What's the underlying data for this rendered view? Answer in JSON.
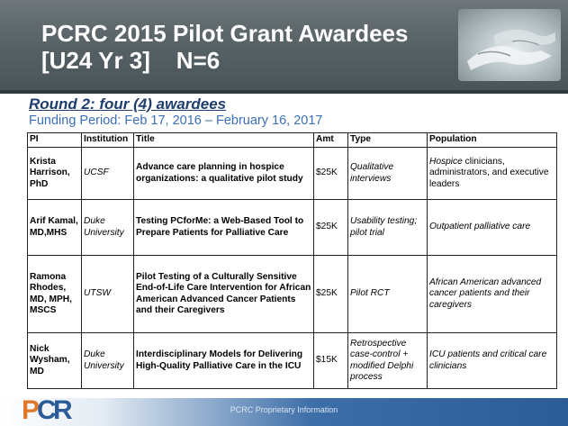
{
  "header": {
    "title_line1": "PCRC 2015 Pilot Grant Awardees",
    "title_line2": "[U24 Yr 3]    N=6"
  },
  "section": {
    "round_heading": "Round 2: four (4) awardees",
    "funding_period": "Funding Period: Feb 17, 2016 – February 16, 2017"
  },
  "table": {
    "headers": [
      "PI",
      "Institution",
      "Title",
      "Amt",
      "Type",
      "Population"
    ],
    "rows": [
      {
        "pi": "Krista Harrison, PhD",
        "institution": "UCSF",
        "title": "Advance care planning in hospice organizations: a qualitative pilot  study",
        "amt": "$25K",
        "type": "Qualitative interviews",
        "population_em": "Hospice",
        "population_rest": " clinicians, administrators, and executive leaders"
      },
      {
        "pi": "Arif Kamal, MD,MHS",
        "institution": "Duke University",
        "title": "Testing PCforMe: a Web-Based Tool to Prepare Patients for Palliative Care",
        "amt": "$25K",
        "type": "Usability testing; pilot trial",
        "population": "Outpatient palliative care"
      },
      {
        "pi": "Ramona Rhodes, MD, MPH, MSCS",
        "institution": "UTSW",
        "title": "Pilot Testing of a Culturally Sensitive End-of-Life Care Intervention for African American Advanced Cancer Patients and their Caregivers",
        "amt": "$25K",
        "type": "Pilot RCT",
        "population": "African American advanced cancer patients and their caregivers"
      },
      {
        "pi": "Nick Wysham, MD",
        "institution": "Duke University",
        "title": "Interdisciplinary Models for Delivering High-Quality Palliative Care in the ICU",
        "amt": "$15K",
        "type": "Retrospective case-control + modified Delphi process",
        "population": "ICU patients and critical care clinicians"
      }
    ]
  },
  "footer": {
    "text": "PCRC Proprietary Information",
    "logo_letters": [
      "P",
      "C",
      "R"
    ]
  },
  "colors": {
    "title_bar": "#556064",
    "heading_blue": "#1f3e6e",
    "funding_blue": "#3b6fb6",
    "footer_blue": "#2c5c98",
    "logo_orange": "#e07a2a"
  },
  "icons": {
    "header_photo": "hands-photo"
  }
}
